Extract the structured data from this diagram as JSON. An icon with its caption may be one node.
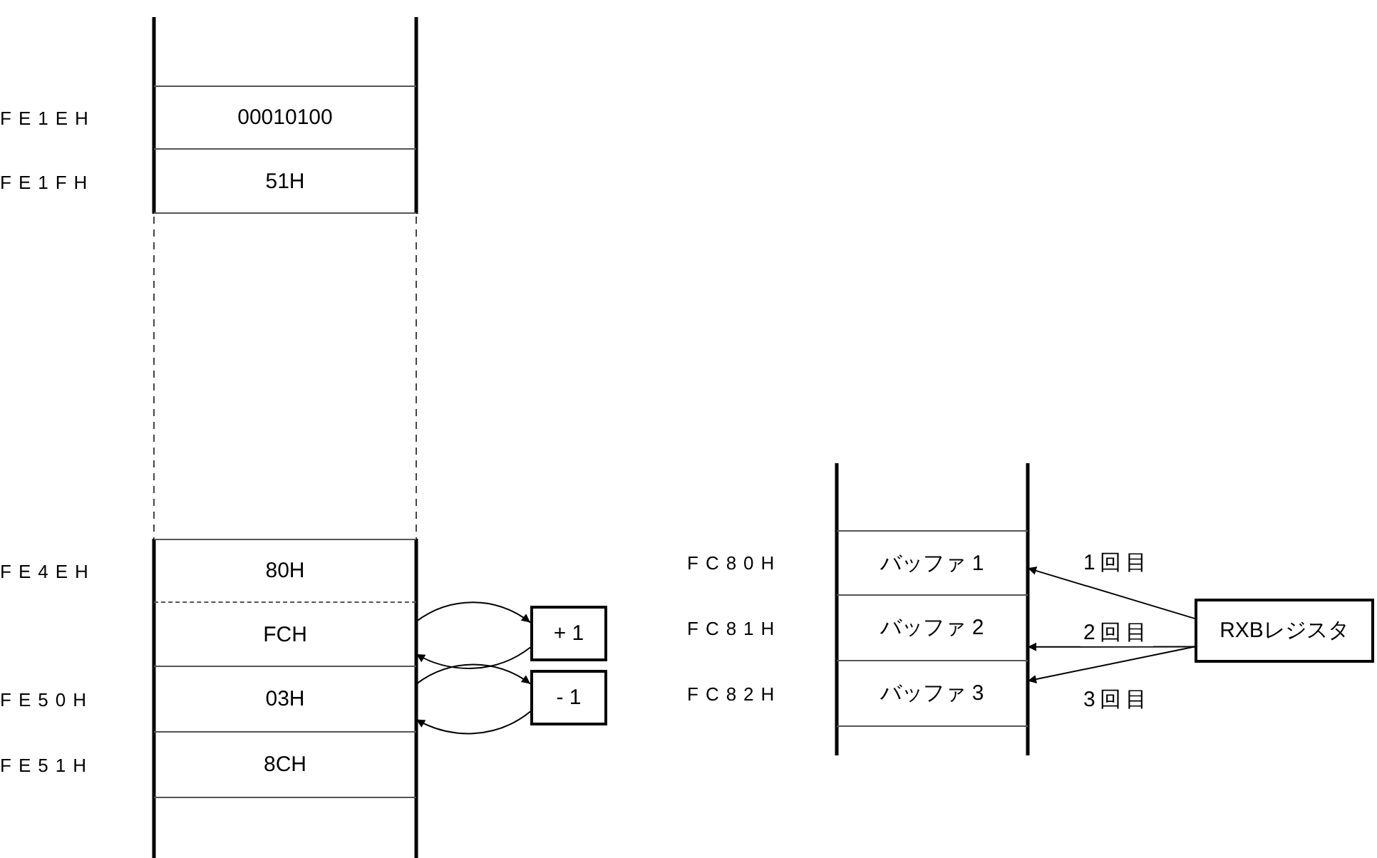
{
  "diagram": {
    "nodes": [
      {
        "text": [
          "00010100"
        ],
        "beside": [
          "FE1EH"
        ]
      },
      {
        "text": [
          "51H"
        ],
        "beside": [
          "FE1FH"
        ]
      },
      {
        "text": [
          "80H"
        ],
        "beside": [
          "FE4EH"
        ]
      },
      {
        "text": [
          "FCH"
        ]
      },
      {
        "text": [
          "03H"
        ],
        "beside": [
          "FE50H"
        ]
      },
      {
        "text": [
          "8CH"
        ],
        "beside": [
          "FE51H"
        ]
      },
      {
        "text": [
          "+ 1"
        ]
      },
      {
        "text": [
          "- 1"
        ]
      },
      {
        "text": [
          "バッファ 1"
        ],
        "beside": [
          "FC80H"
        ]
      },
      {
        "text": [
          "バッファ 2"
        ],
        "beside": [
          "FC81H"
        ]
      },
      {
        "text": [
          "バッファ 3"
        ],
        "beside": [
          "FC82H"
        ]
      },
      {
        "text": [
          "RXBレジスタ"
        ]
      }
    ],
    "edges": [
      {
        "from": 3,
        "to": 6,
        "arrow": "to"
      },
      {
        "from": 6,
        "to": 3,
        "arrow": "to"
      },
      {
        "from": 4,
        "to": 7,
        "arrow": "to"
      },
      {
        "from": 7,
        "to": 4,
        "arrow": "to"
      },
      {
        "from": 11,
        "to": 8,
        "arrow": "to",
        "label": "1回目"
      },
      {
        "from": 11,
        "to": 9,
        "arrow": "to",
        "label": "2回目"
      },
      {
        "from": 11,
        "to": 10,
        "arrow": "to",
        "label": "3回目"
      }
    ]
  }
}
